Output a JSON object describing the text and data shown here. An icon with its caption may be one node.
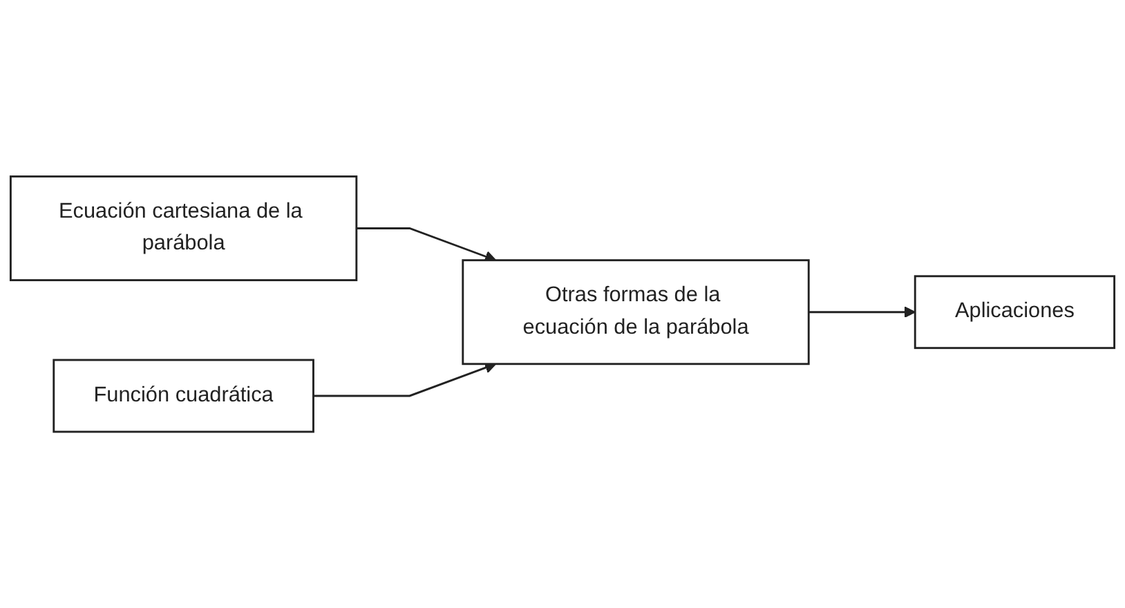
{
  "diagram": {
    "nodes": [
      {
        "text": [
          "Ecuación cartesiana de la parábola"
        ]
      },
      {
        "text": [
          "Función cuadrática"
        ]
      },
      {
        "text": [
          "Otras formas de la ecuación de la parábola"
        ]
      },
      {
        "text": [
          "Aplicaciones"
        ]
      }
    ],
    "edges": [
      {
        "from": 0,
        "to": 2,
        "arrow": "to"
      },
      {
        "from": 1,
        "to": 2,
        "arrow": "to"
      },
      {
        "from": 2,
        "to": 3,
        "arrow": "to"
      }
    ]
  }
}
